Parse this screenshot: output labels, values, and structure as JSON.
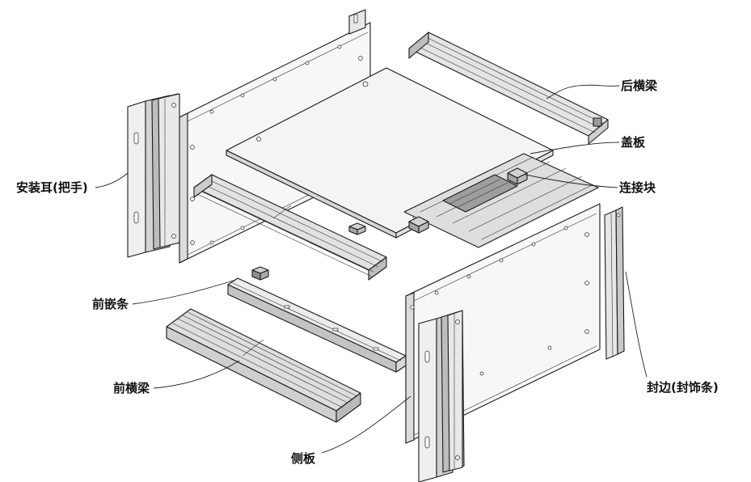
{
  "colors": {
    "line": "#1a1a1a",
    "panel": "#f7f7f7",
    "rail": "#d9d9d9",
    "rail_dark": "#8a8a8a",
    "background": "#ffffff"
  },
  "labels": {
    "rear_beam": "后横梁",
    "cover_plate": "盖板",
    "connector_block": "连接块",
    "mounting_ear": "安装耳(把手)",
    "front_insert_strip": "前嵌条",
    "front_beam": "前横梁",
    "side_panel": "侧板",
    "edge_trim": "封边(封饰条)"
  }
}
